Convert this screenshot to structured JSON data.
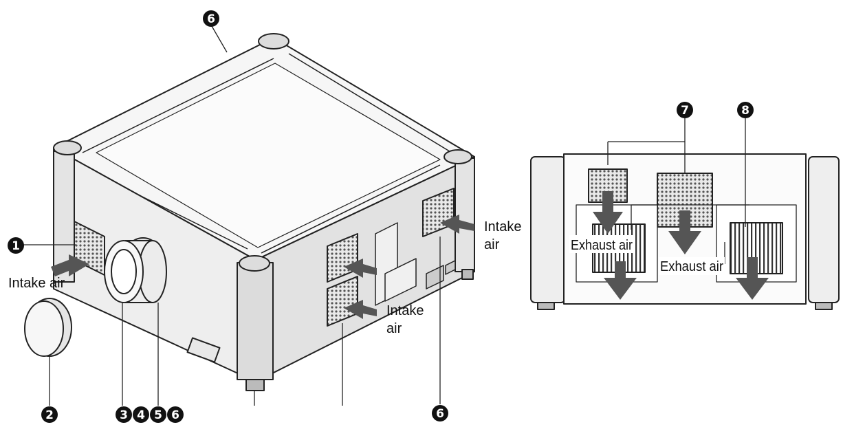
{
  "labels": {
    "intake_left": "Intake air",
    "intake_right_1": "Intake",
    "intake_right_2": "air",
    "intake_mid_1": "Intake",
    "intake_mid_2": "air",
    "exhaust_left": "Exhaust air",
    "exhaust_right": "Exhaust air"
  },
  "callouts": {
    "c1": "1",
    "c2": "2",
    "c3": "3",
    "c4": "4",
    "c5": "5",
    "c6": "6",
    "c7": "7",
    "c8": "8"
  },
  "colors": {
    "line": "#222222",
    "body": "#f4f4f4",
    "side": "#e6e6e6",
    "vent": "#555555",
    "arrow": "#555555",
    "callout": "#111111"
  }
}
